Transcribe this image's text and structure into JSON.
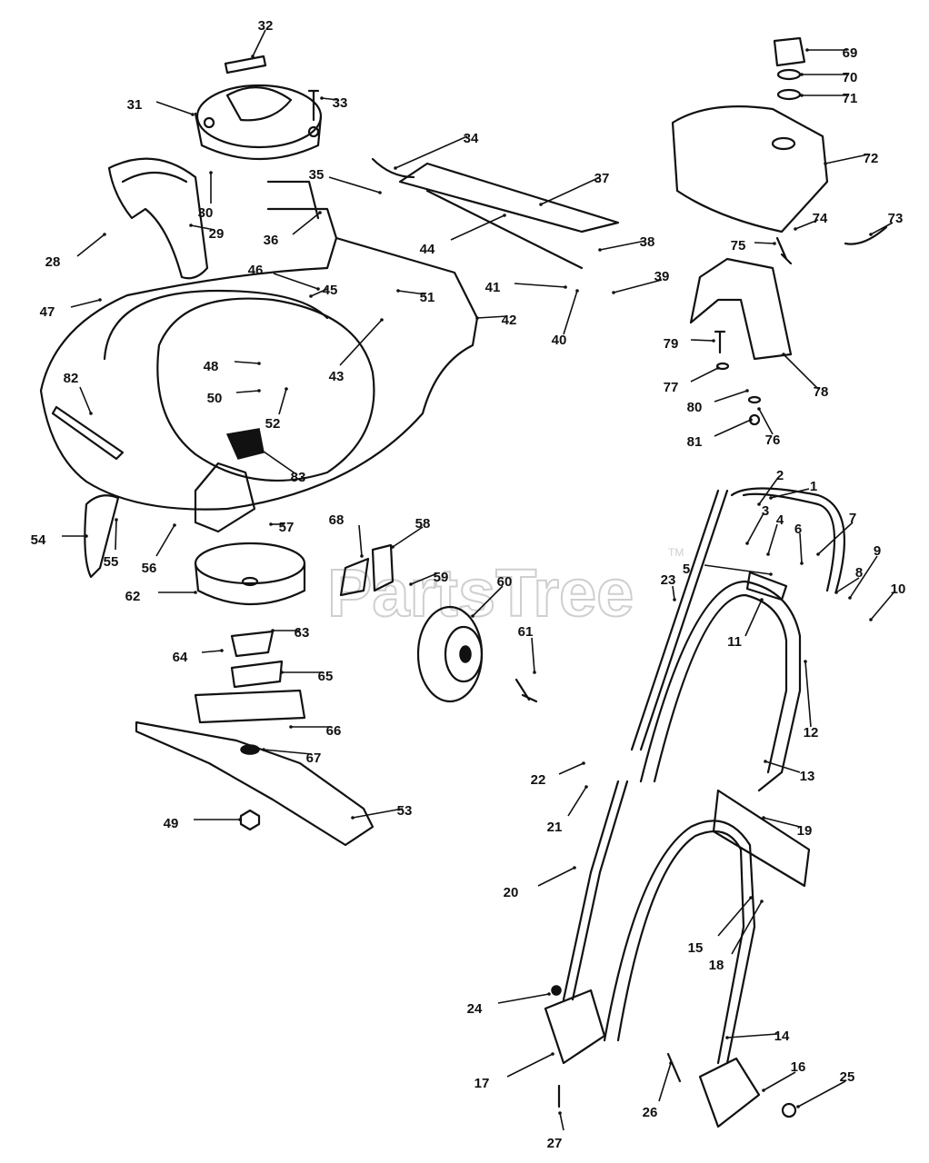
{
  "watermark": {
    "text": "PartsTree",
    "trademark": "TM"
  },
  "callouts": [
    "1",
    "2",
    "3",
    "4",
    "5",
    "6",
    "7",
    "8",
    "9",
    "10",
    "11",
    "12",
    "13",
    "14",
    "15",
    "16",
    "17",
    "18",
    "19",
    "20",
    "21",
    "22",
    "23",
    "24",
    "25",
    "26",
    "27",
    "28",
    "29",
    "30",
    "31",
    "32",
    "33",
    "34",
    "35",
    "36",
    "37",
    "38",
    "39",
    "40",
    "41",
    "42",
    "43",
    "44",
    "45",
    "46",
    "47",
    "48",
    "49",
    "50",
    "51",
    "52",
    "53",
    "54",
    "55",
    "56",
    "57",
    "58",
    "59",
    "60",
    "61",
    "62",
    "63",
    "64",
    "65",
    "66",
    "67",
    "68",
    "69",
    "70",
    "71",
    "72",
    "73",
    "74",
    "75",
    "76",
    "77",
    "78",
    "79",
    "80",
    "81",
    "82",
    "83"
  ]
}
